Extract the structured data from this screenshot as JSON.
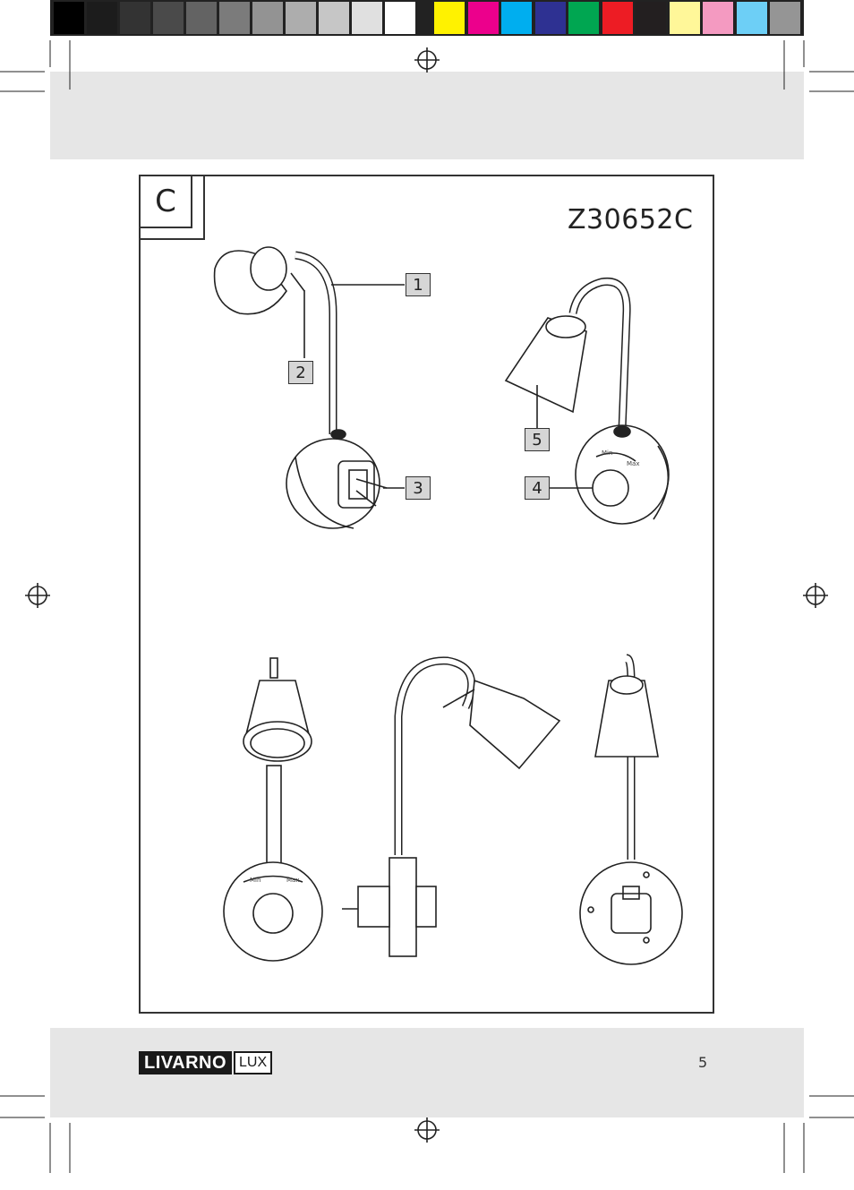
{
  "page": {
    "section_letter": "C",
    "model_number": "Z30652C",
    "page_number": "5"
  },
  "brand": {
    "name": "LIVARNO",
    "suffix": "LUX"
  },
  "callouts": [
    "1",
    "2",
    "3",
    "4",
    "5"
  ],
  "dial_labels": {
    "min": "Min",
    "max": "Max"
  },
  "color_bar": {
    "grays": [
      "#000000",
      "#1c1c1c",
      "#333333",
      "#4a4a4a",
      "#636363",
      "#7b7b7b",
      "#939393",
      "#adadad",
      "#c6c6c6",
      "#e0e0e0",
      "#ffffff"
    ],
    "colors": [
      "#fff200",
      "#ec008c",
      "#00aeef",
      "#2e3192",
      "#00a651",
      "#ed1c24",
      "#231f20",
      "#fff799",
      "#f49ac1",
      "#6dcff6",
      "#959595"
    ]
  }
}
